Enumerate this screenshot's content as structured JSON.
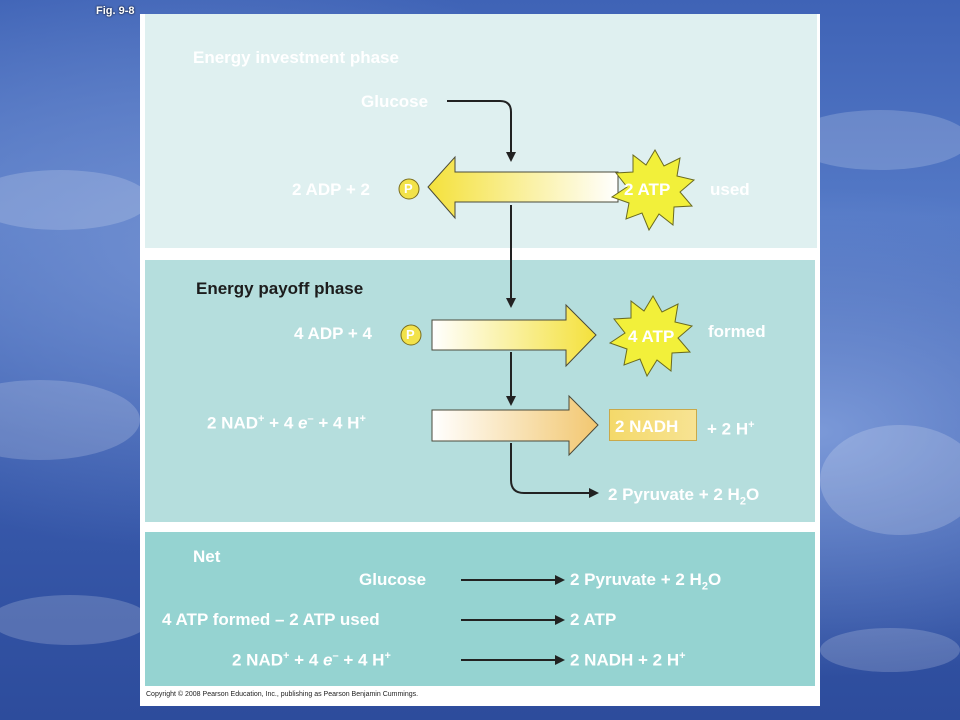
{
  "fig_label": "Fig. 9-8",
  "investment": {
    "title": "Energy investment phase",
    "glucose": "Glucose",
    "adp": "2 ADP + 2",
    "p": "P",
    "atp": "2 ATP",
    "used": "used"
  },
  "payoff": {
    "title": "Energy payoff phase",
    "adp": "4 ADP + 4",
    "p": "P",
    "atp": "4 ATP",
    "formed": "formed",
    "nad_prefix": "2 NAD",
    "nad_sup": "+",
    "nad_mid": " + 4 ",
    "e_sym": "e",
    "e_sup": "–",
    "h_part": " + 4 H",
    "h_sup": "+",
    "nadh": "2 NADH",
    "plus_h": "+ 2 H",
    "plus_h_sup": "+",
    "pyruvate": "2 Pyruvate + 2 H",
    "h2o_sub": "2",
    "h2o_o": "O"
  },
  "net": {
    "title": "Net",
    "row1_left": "Glucose",
    "row1_right": "2 Pyruvate + 2 H",
    "row1_sub": "2",
    "row1_o": "O",
    "row2_left": "4 ATP formed – 2 ATP used",
    "row2_right": "2 ATP",
    "row3_prefix": "2 NAD",
    "row3_sup": "+",
    "row3_mid": " + 4 ",
    "row3_e": "e",
    "row3_esup": "–",
    "row3_h": " + 4 H",
    "row3_hsup": "+",
    "row3_right": "2 NADH + 2 H",
    "row3_rsup": "+"
  },
  "copyright": "Copyright © 2008 Pearson Education, Inc., publishing as Pearson Benjamin Cummings.",
  "colors": {
    "section1": "#dff0f0",
    "section2": "#b5dedd",
    "section3": "#95d3d1",
    "arrow_yellow": "#f6e25a",
    "starburst": "#f2f03a"
  }
}
